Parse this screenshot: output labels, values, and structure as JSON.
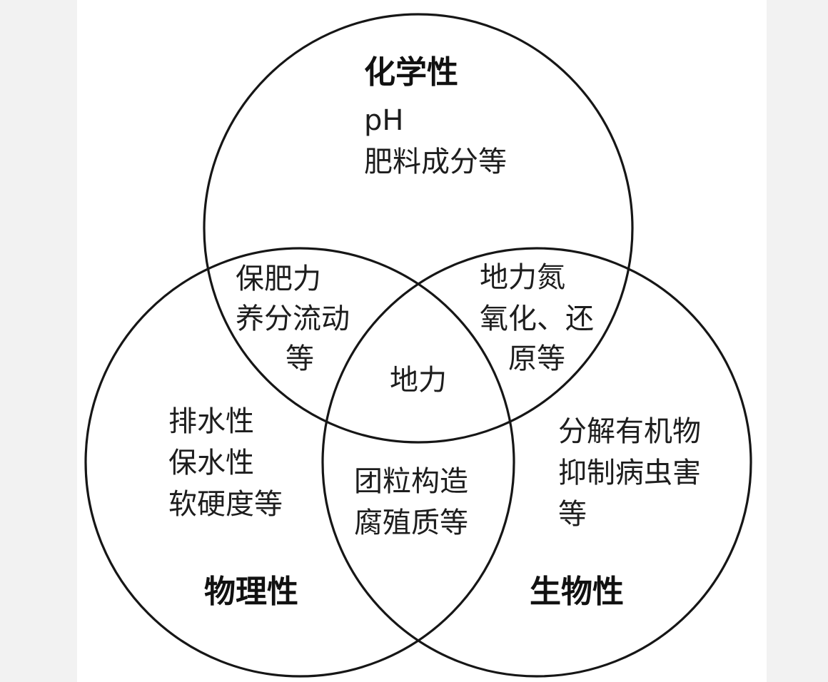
{
  "diagram": {
    "type": "venn",
    "sets": {
      "chemical": {
        "title": "化学性",
        "lines": [
          "pH",
          "肥料成分等"
        ]
      },
      "physical": {
        "title": "物理性",
        "lines": [
          "排水性",
          "保水性",
          "软硬度等"
        ]
      },
      "biological": {
        "title": "生物性",
        "lines": [
          "分解有机物",
          "抑制病虫害",
          "等"
        ]
      }
    },
    "overlaps": {
      "chemical_physical": [
        "保肥力",
        "养分流动",
        "等"
      ],
      "chemical_biological": [
        "地力氮",
        "氧化、还",
        "原等"
      ],
      "physical_biological": [
        "团粒构造",
        "腐殖质等"
      ],
      "center": [
        "地力"
      ]
    },
    "colors": {
      "outline": "#161616",
      "text": "#1d1d1d",
      "background": "#ffffff",
      "margin": "#f2f2f2"
    }
  }
}
